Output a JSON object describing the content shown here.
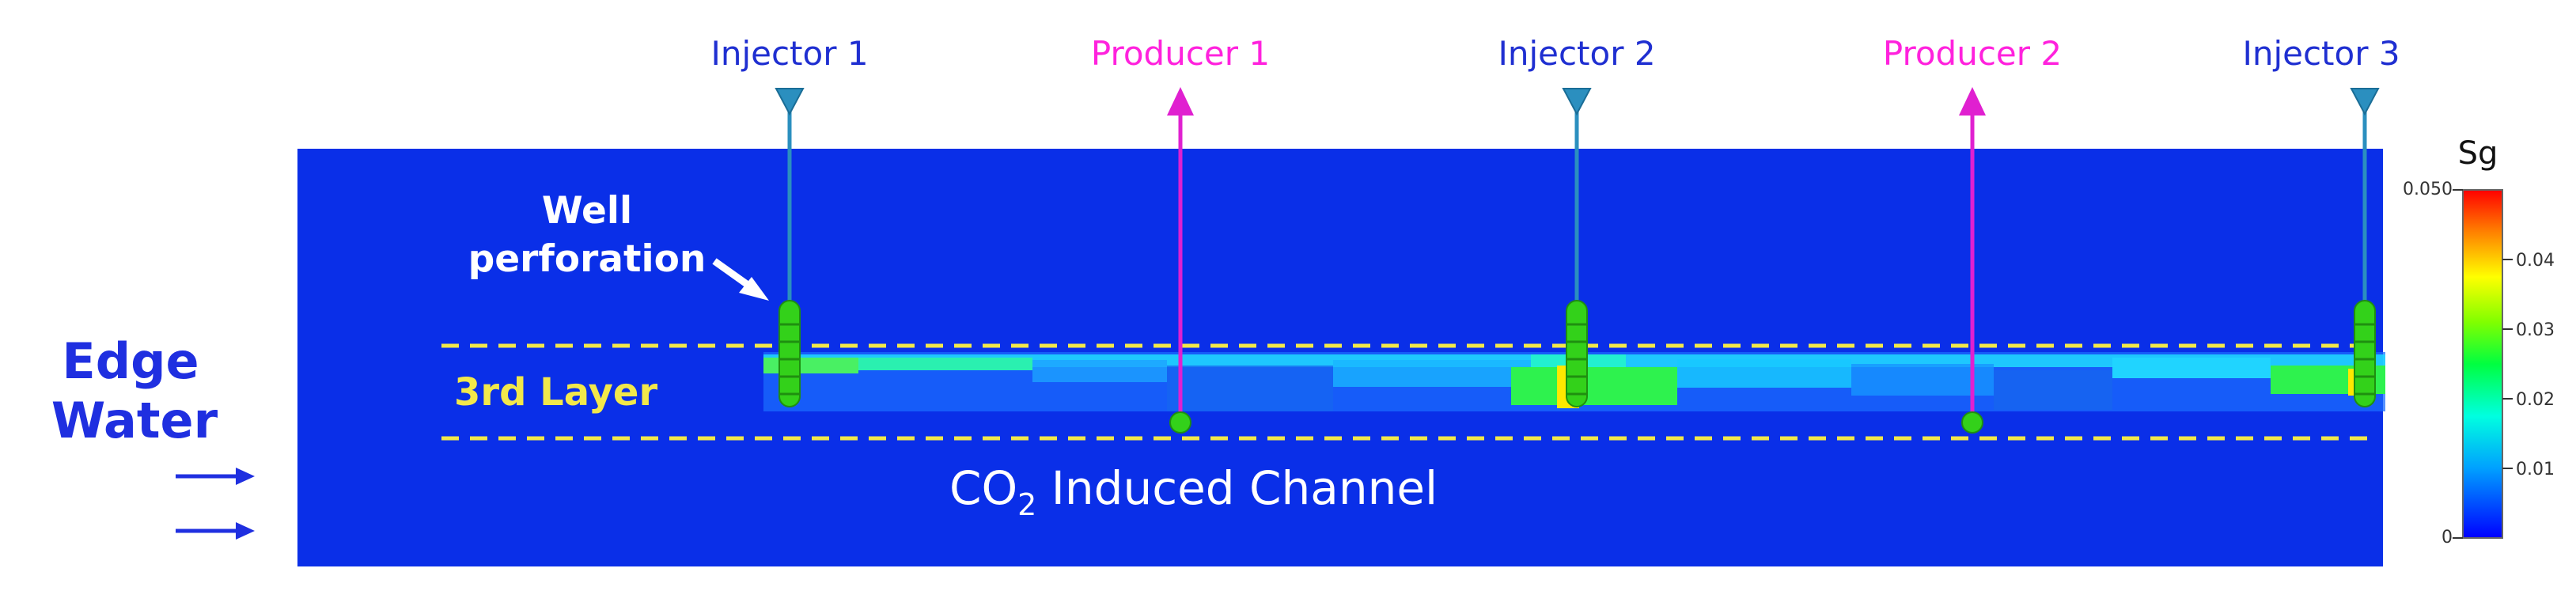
{
  "wells": [
    {
      "label": "Injector 1",
      "kind": "injector"
    },
    {
      "label": "Producer 1",
      "kind": "producer"
    },
    {
      "label": "Injector 2",
      "kind": "injector"
    },
    {
      "label": "Producer 2",
      "kind": "producer"
    },
    {
      "label": "Injector 3",
      "kind": "injector"
    }
  ],
  "annotations": {
    "perforation_line1": "Well",
    "perforation_line2": "perforation",
    "edge_water_line1": "Edge",
    "edge_water_line2": "Water",
    "layer_label": "3rd Layer",
    "channel_prefix": "CO",
    "channel_subscript": "2",
    "channel_suffix": " Induced Channel"
  },
  "colorbar": {
    "title": "Sg",
    "min_label": "0",
    "max_label": "0.050",
    "tick_labels": [
      "0.04",
      "0.03",
      "0.02",
      "0.01"
    ],
    "max_value": 0.05
  },
  "colors": {
    "reservoir": "#0a2fe8",
    "injector_label": "#1f2fd1",
    "producer_label": "#ff22dd",
    "injector_well": "#2b8fbf",
    "producer_well": "#e020d0",
    "perforation": "#33d11a",
    "layer_dash": "#f2e84a",
    "edge_water_text": "#1f2fe0",
    "arrow": "#1f2fe0"
  }
}
